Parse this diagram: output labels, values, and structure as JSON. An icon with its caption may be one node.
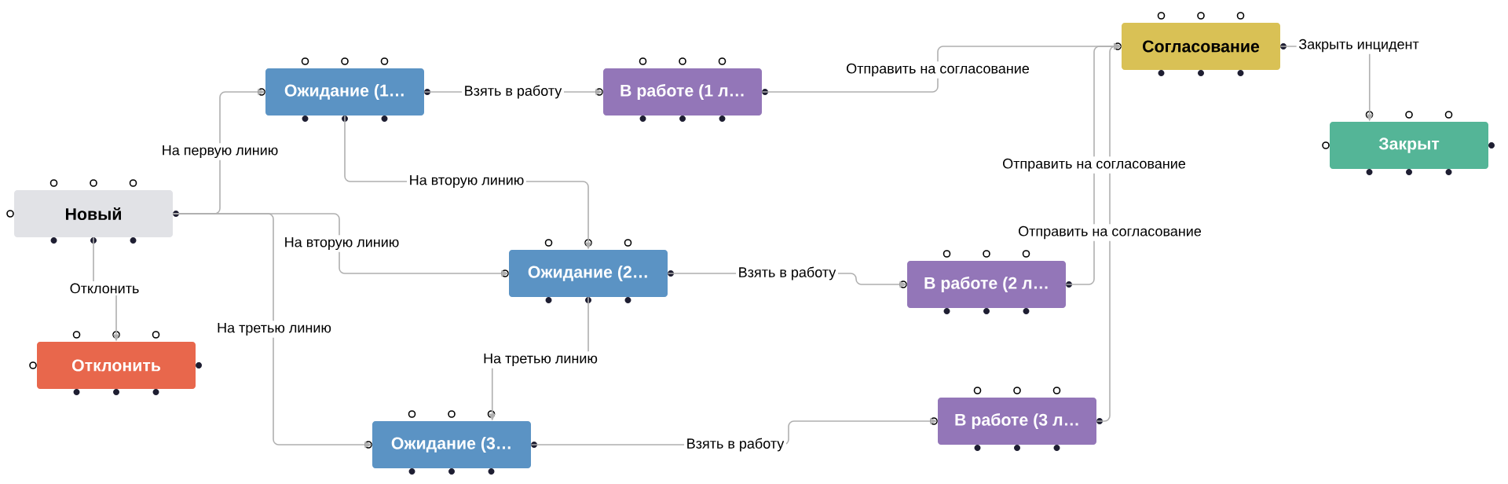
{
  "diagram": {
    "nodes": [
      {
        "text": [
          "Новый"
        ]
      },
      {
        "text": [
          "Ожидание (1…"
        ]
      },
      {
        "text": [
          "В работе (1 л…"
        ]
      },
      {
        "text": [
          "Согласование"
        ]
      },
      {
        "text": [
          "Закрыт"
        ]
      },
      {
        "text": [
          "Ожидание (2…"
        ]
      },
      {
        "text": [
          "В работе (2 л…"
        ]
      },
      {
        "text": [
          "Отклонить"
        ]
      },
      {
        "text": [
          "Ожидание (3…"
        ]
      },
      {
        "text": [
          "В работе (3 л…"
        ]
      }
    ],
    "edges": [
      {
        "from": 0,
        "to": 1,
        "arrow": "to",
        "label": "На первую линию"
      },
      {
        "from": 0,
        "to": 5,
        "arrow": "to",
        "label": "На вторую линию"
      },
      {
        "from": 0,
        "to": 8,
        "arrow": "to",
        "label": "На третью линию"
      },
      {
        "from": 0,
        "to": 7,
        "arrow": "to",
        "label": "Отклонить"
      },
      {
        "from": 1,
        "to": 2,
        "arrow": "to",
        "label": "Взять в работу"
      },
      {
        "from": 1,
        "to": 5,
        "arrow": "to",
        "label": "На вторую линию"
      },
      {
        "from": 2,
        "to": 3,
        "arrow": "to",
        "label": "Отправить на согласование"
      },
      {
        "from": 5,
        "to": 6,
        "arrow": "to",
        "label": "Взять в работу"
      },
      {
        "from": 5,
        "to": 8,
        "arrow": "to",
        "label": "На третью линию"
      },
      {
        "from": 6,
        "to": 3,
        "arrow": "to",
        "label": "Отправить на согласование"
      },
      {
        "from": 9,
        "to": 3,
        "arrow": "to",
        "label": "Отправить на согласование"
      },
      {
        "from": 8,
        "to": 9,
        "arrow": "to",
        "label": "Взять в работу"
      },
      {
        "from": 3,
        "to": 4,
        "arrow": "to",
        "label": "Закрыть инцидент"
      }
    ]
  }
}
